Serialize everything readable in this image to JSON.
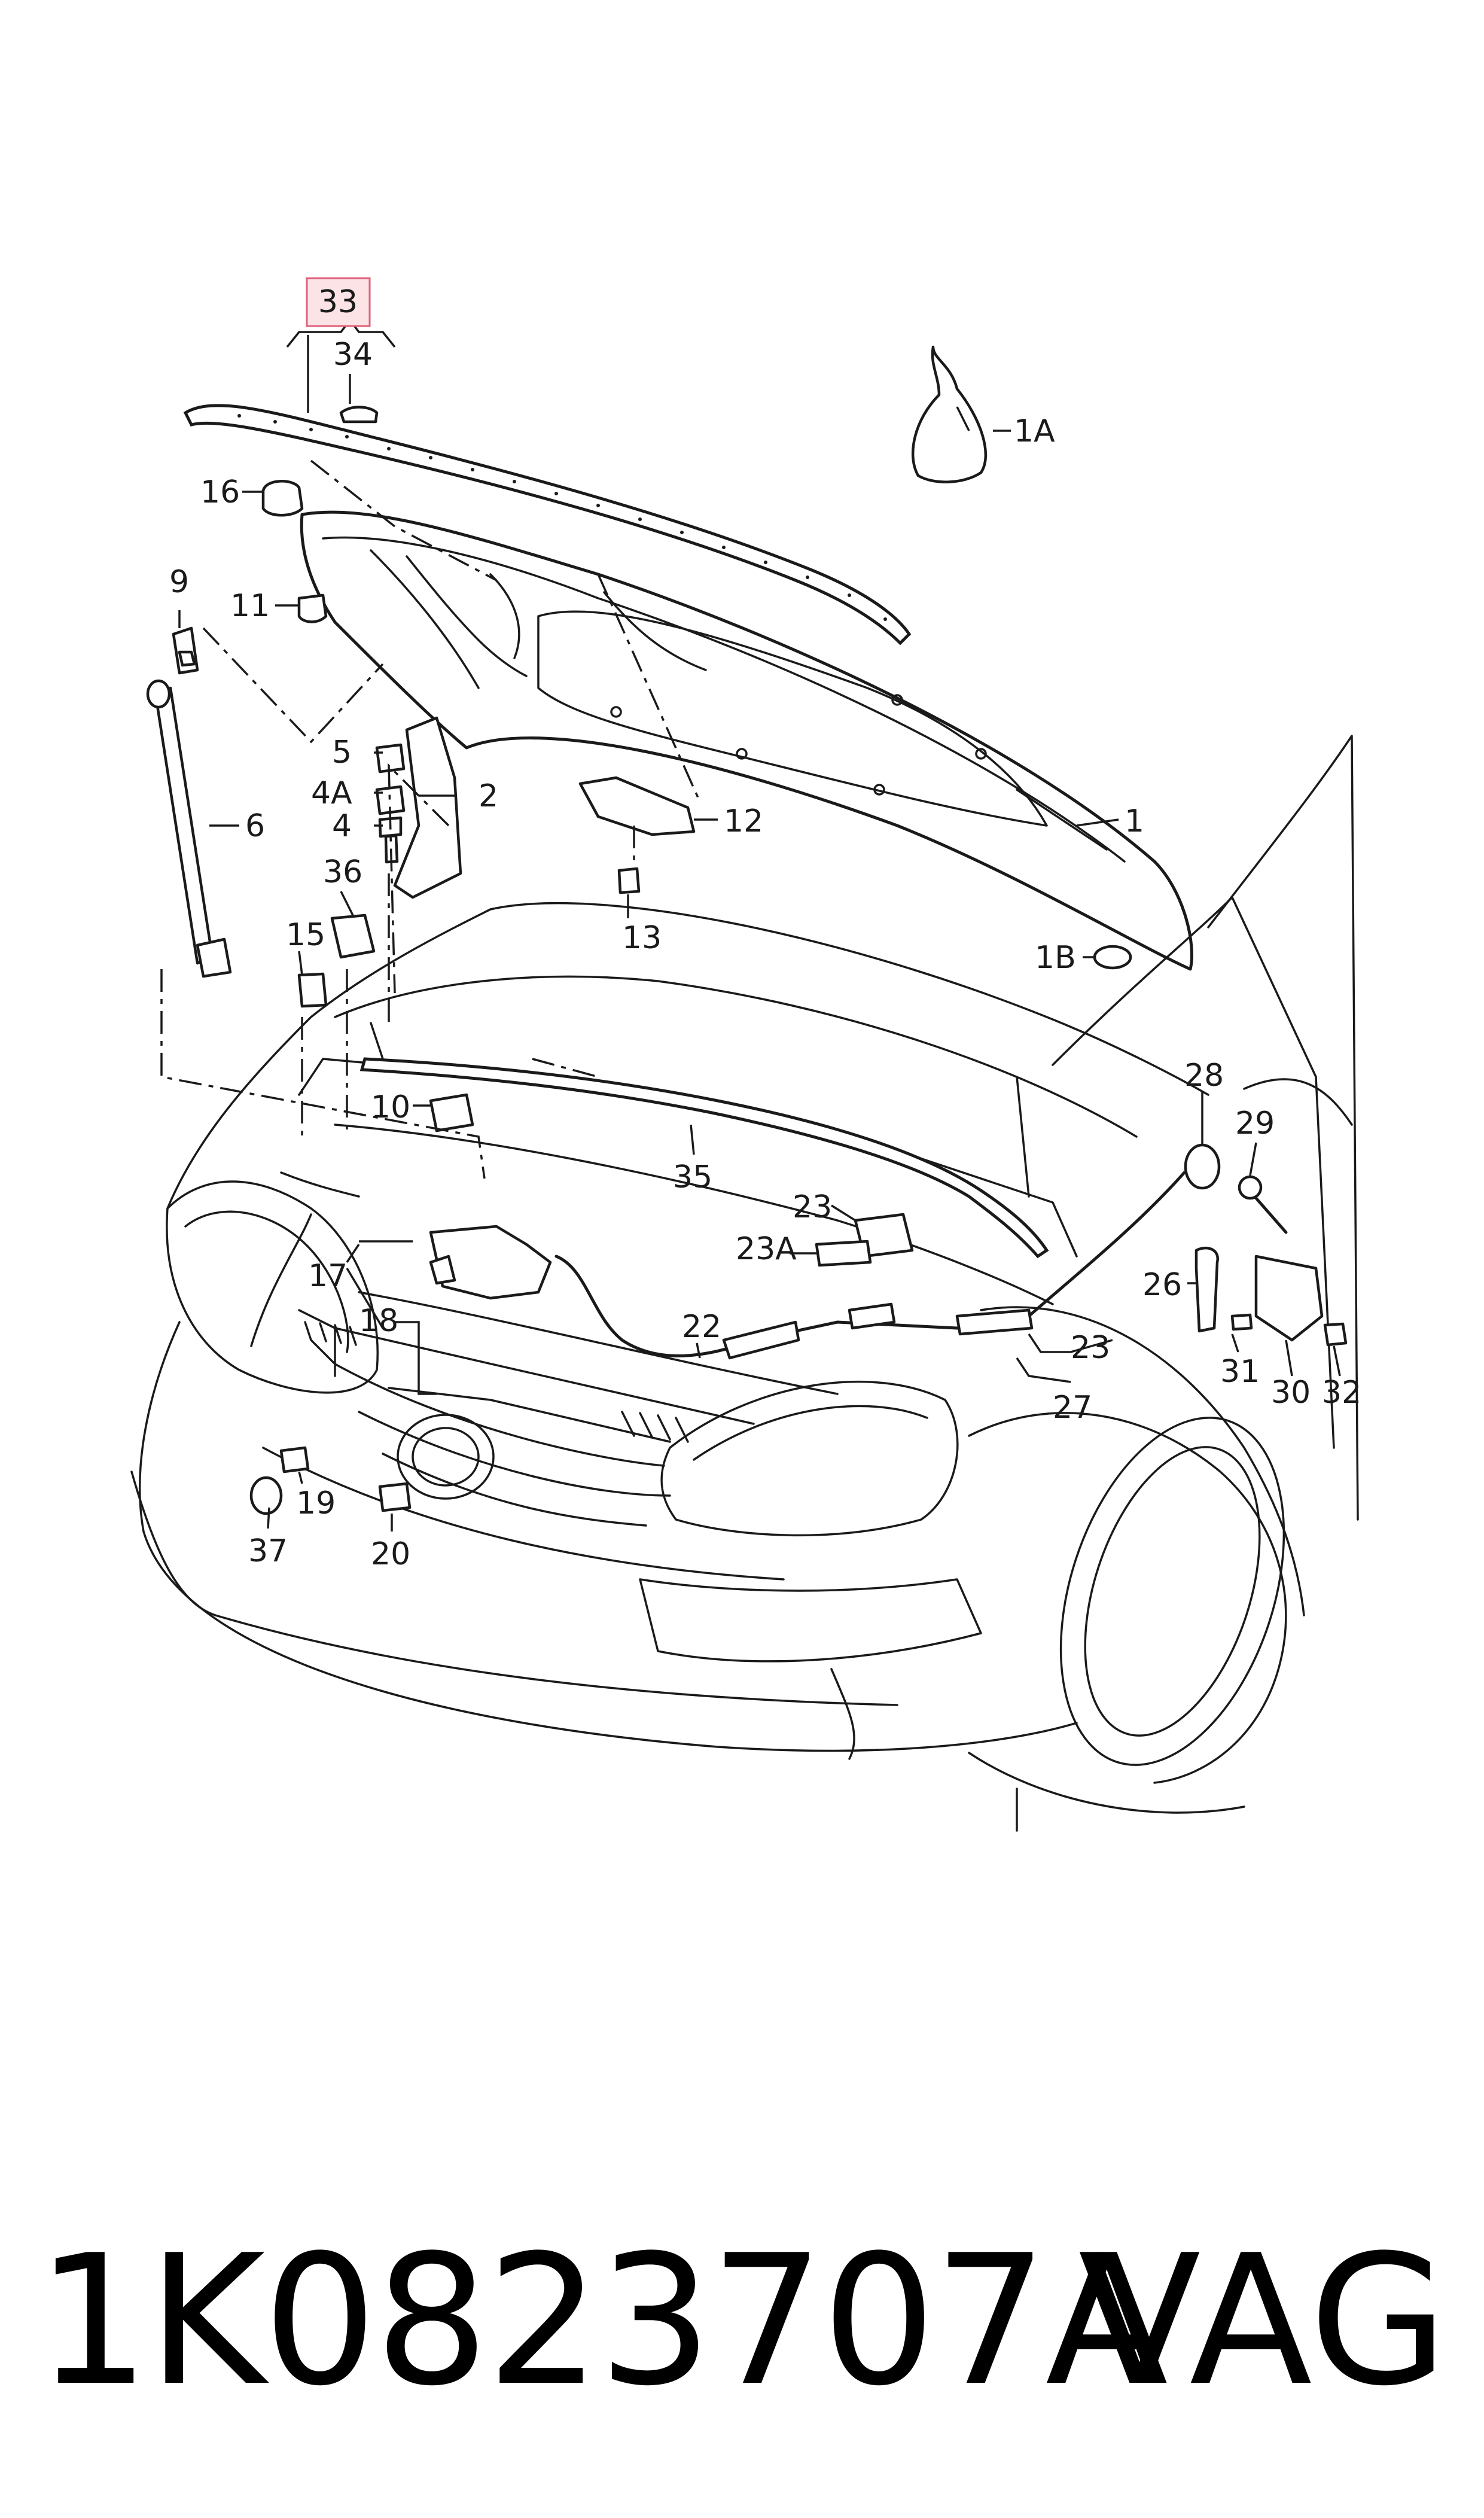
{
  "diagram": {
    "callouts": {
      "c1": "1",
      "c1A": "1A",
      "c1B": "1B",
      "c2": "2",
      "c4": "4",
      "c4A": "4A",
      "c5": "5",
      "c6": "6",
      "c9": "9",
      "c10": "10",
      "c11": "11",
      "c12": "12",
      "c13": "13",
      "c15": "15",
      "c16": "16",
      "c17": "17",
      "c18": "18",
      "c19": "19",
      "c20": "20",
      "c22": "22",
      "c23a": "23",
      "c23A": "23A",
      "c23b": "23",
      "c26": "26",
      "c27": "27",
      "c28": "28",
      "c29": "29",
      "c30": "30",
      "c31": "31",
      "c32": "32",
      "c33": "33",
      "c34": "34",
      "c35": "35",
      "c36": "36",
      "c37": "37"
    },
    "highlighted_callout": "33",
    "highlight_color": "#e0607a"
  },
  "footer": {
    "part_number": "1K0823707A",
    "brand": "VAG"
  }
}
